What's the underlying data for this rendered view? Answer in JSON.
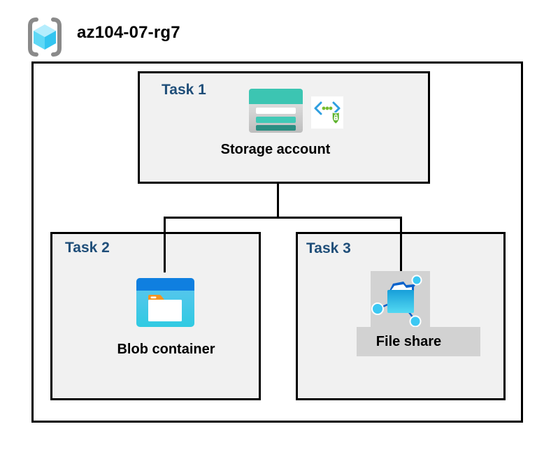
{
  "header": {
    "title": "az104-07-rg7",
    "icon": "resource-group-icon"
  },
  "tasks": [
    {
      "label": "Task 1",
      "item_label": "Storage account",
      "icons": [
        "storage-account-icon",
        "sas-shield-icon"
      ]
    },
    {
      "label": "Task 2",
      "item_label": "Blob container",
      "icons": [
        "blob-container-icon"
      ]
    },
    {
      "label": "Task 3",
      "item_label": "File share",
      "icons": [
        "file-share-icon"
      ]
    }
  ],
  "colors": {
    "task_label_navy": "#1f4e79",
    "task_box_fill": "#f1f1f1",
    "outline_black": "#000000",
    "file_share_gray": "#d2d2d2",
    "storage_teal": "#3cc5b2",
    "storage_teal_dark": "#2b8e82",
    "blob_blue": "#0f7fe0",
    "cyan": "#38c6f2",
    "shield_green": "#5fb32f",
    "tab_orange": "#f7941e",
    "bracket_gray": "#8a8a8a"
  }
}
